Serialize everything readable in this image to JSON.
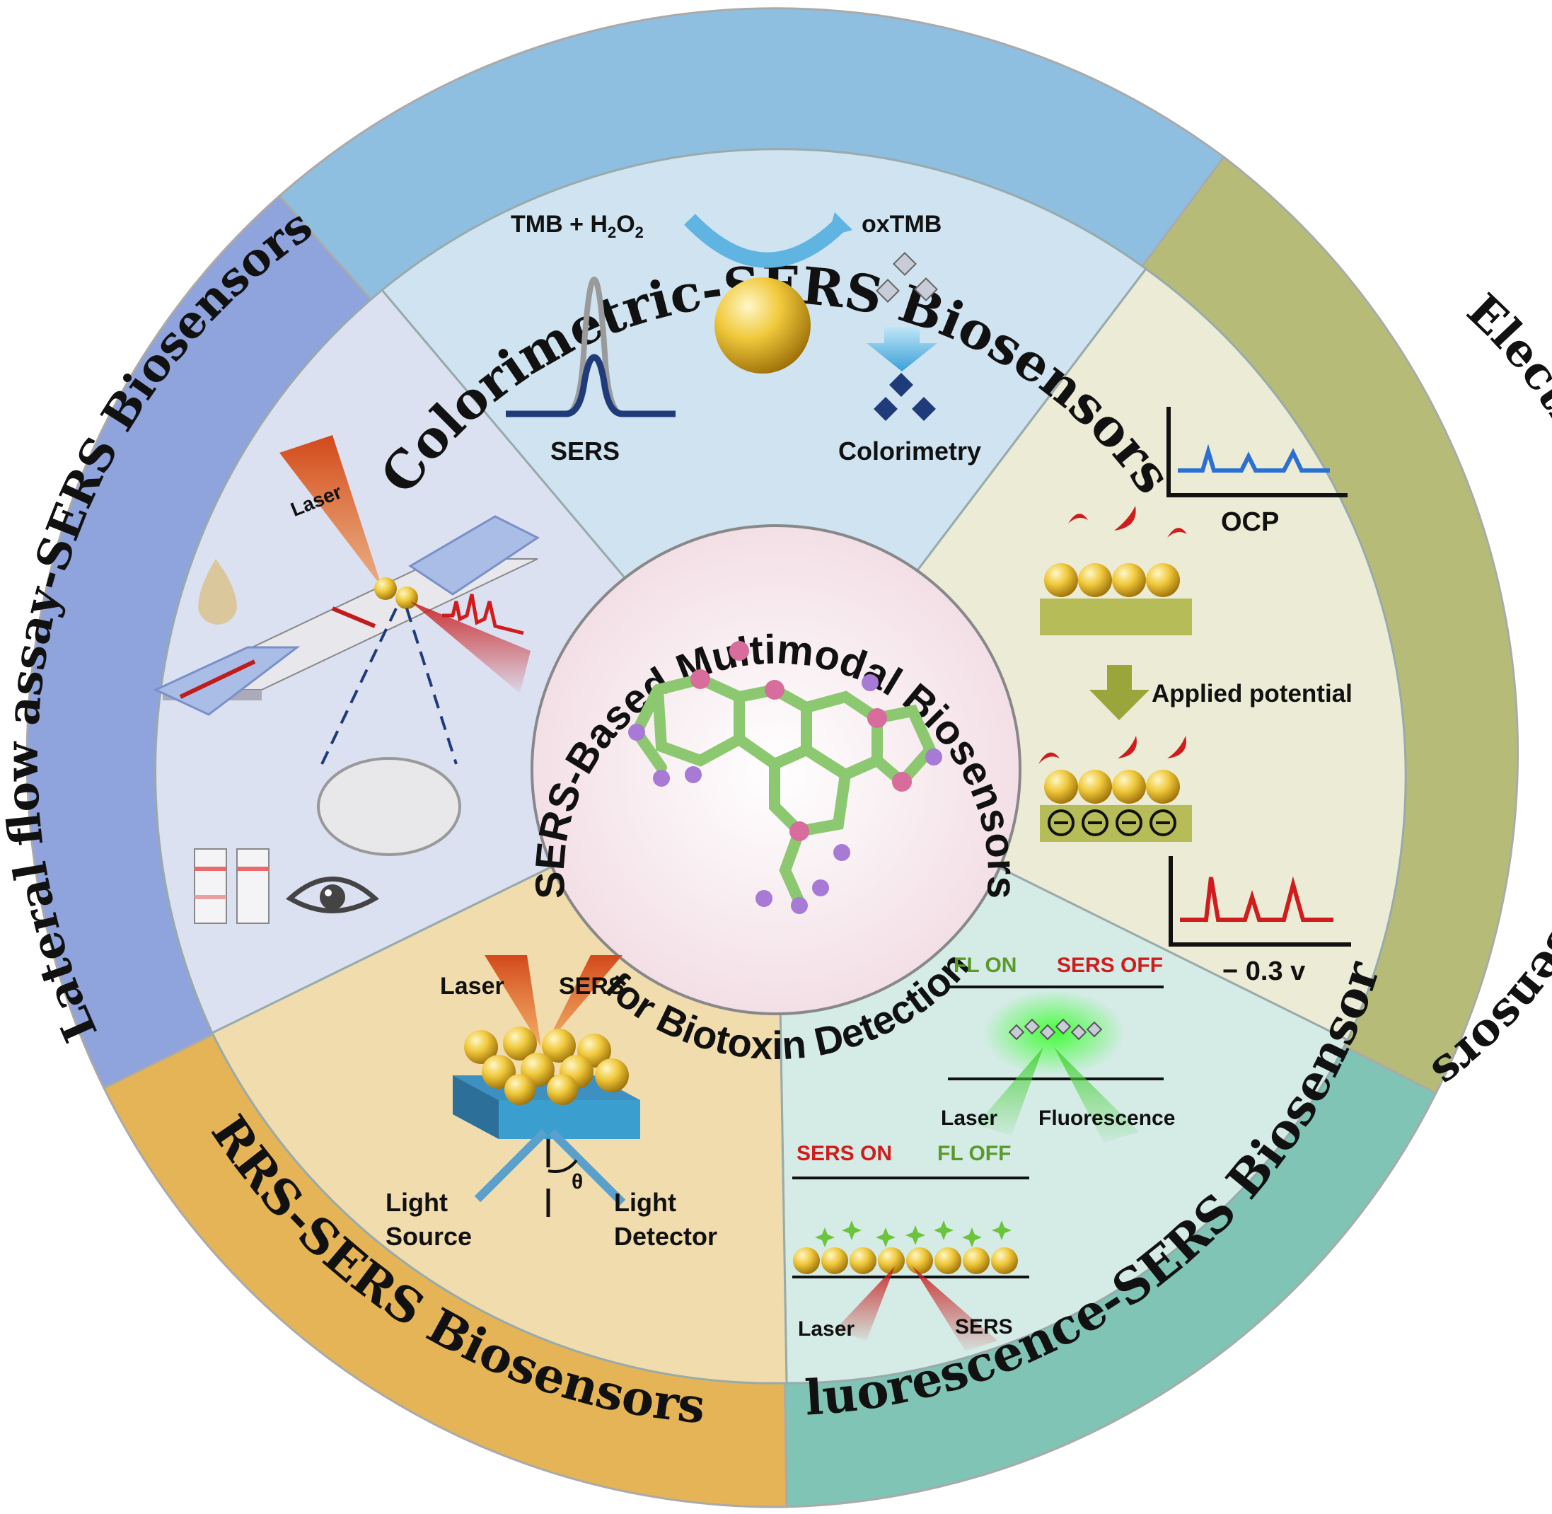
{
  "center": {
    "title_top": "SERS-Based Multimodal Biosensors",
    "title_bottom": "for Biotoxin Detection"
  },
  "sections": {
    "colorimetric": {
      "title": "Colorimetric-SERS Biosensors",
      "ring_color": "#8fbfe0",
      "inner_color": "#cfe3f1",
      "labels": {
        "reactant": "TMB + H",
        "sub1": "2",
        "mid": "O",
        "sub2": "2",
        "product": "oxTMB",
        "sers": "SERS",
        "colorimetry": "Colorimetry"
      }
    },
    "electrochemical": {
      "title": "Electrochemical-SERS Biosensors",
      "ring_color": "#b6bc78",
      "inner_color": "#ebebd6",
      "labels": {
        "ocp": "OCP",
        "applied": "Applied potential",
        "voltage": "− 0.3 v"
      }
    },
    "fluorescence": {
      "title": "Fluorescence-SERS Biosensors",
      "ring_color": "#7fc4b4",
      "inner_color": "#d4ebe6",
      "labels": {
        "fl_on": "FL ON",
        "sers_off": "SERS OFF",
        "laser": "Laser",
        "fluorescence": "Fluorescence",
        "sers_on": "SERS ON",
        "fl_off": "FL OFF",
        "laser2": "Laser",
        "sers": "SERS"
      }
    },
    "rrs": {
      "title": "RRS-SERS Biosensors",
      "ring_color": "#e4b456",
      "inner_color": "#f1dcad",
      "labels": {
        "laser": "Laser",
        "sers": "SERS",
        "theta": "θ",
        "light1": "Light",
        "source": "Source",
        "light2": "Light",
        "detector": "Detector"
      }
    },
    "lateral": {
      "title": "Lateral flow assay-SERS Biosensors",
      "ring_color": "#8fa3dc",
      "inner_color": "#dce1f2",
      "labels": {
        "laser": "Laser"
      }
    }
  },
  "colors": {
    "gold": "#e6b422",
    "navy": "#1f3b7a",
    "red": "#d01c1c",
    "green": "#5a9a2a",
    "molecule_bond": "#8cc870",
    "molecule_pink": "#d86c9c",
    "molecule_purple": "#a77ad6"
  }
}
